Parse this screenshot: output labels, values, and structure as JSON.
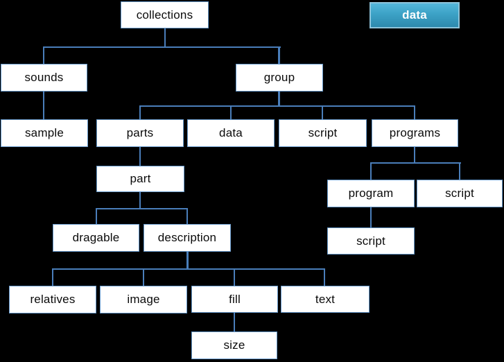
{
  "diagram": {
    "type": "tree",
    "background_color": "#000000",
    "connector_color": "#4a7eba",
    "node_style": {
      "fill": "#ffffff",
      "border": "#6699cc",
      "text_color": "#0a0a0a"
    },
    "highlight_node_style": {
      "fill_top": "#55b7da",
      "fill_bottom": "#2d89ad",
      "border": "#8ec4da",
      "text_color": "#ffffff"
    },
    "nodes": [
      {
        "id": "collections",
        "label": "collections",
        "variant": "default",
        "parent": null
      },
      {
        "id": "data-badge",
        "label": "data",
        "variant": "highlight",
        "parent": null
      },
      {
        "id": "sounds",
        "label": "sounds",
        "variant": "default",
        "parent": "collections"
      },
      {
        "id": "group",
        "label": "group",
        "variant": "default",
        "parent": "collections"
      },
      {
        "id": "sample",
        "label": "sample",
        "variant": "default",
        "parent": "sounds"
      },
      {
        "id": "parts",
        "label": "parts",
        "variant": "default",
        "parent": "group"
      },
      {
        "id": "data",
        "label": "data",
        "variant": "default",
        "parent": "group"
      },
      {
        "id": "script-group",
        "label": "script",
        "variant": "default",
        "parent": "group"
      },
      {
        "id": "programs",
        "label": "programs",
        "variant": "default",
        "parent": "group"
      },
      {
        "id": "part",
        "label": "part",
        "variant": "default",
        "parent": "parts"
      },
      {
        "id": "program",
        "label": "program",
        "variant": "default",
        "parent": "programs"
      },
      {
        "id": "script-programs",
        "label": "script",
        "variant": "default",
        "parent": "programs"
      },
      {
        "id": "dragable",
        "label": "dragable",
        "variant": "default",
        "parent": "part"
      },
      {
        "id": "description",
        "label": "description",
        "variant": "default",
        "parent": "part"
      },
      {
        "id": "script-program",
        "label": "script",
        "variant": "default",
        "parent": "program"
      },
      {
        "id": "relatives",
        "label": "relatives",
        "variant": "default",
        "parent": "description"
      },
      {
        "id": "image",
        "label": "image",
        "variant": "default",
        "parent": "description"
      },
      {
        "id": "fill",
        "label": "fill",
        "variant": "default",
        "parent": "description"
      },
      {
        "id": "text",
        "label": "text",
        "variant": "default",
        "parent": "description"
      },
      {
        "id": "size",
        "label": "size",
        "variant": "default",
        "parent": "fill"
      }
    ],
    "edges": [
      {
        "from": "collections",
        "to": "sounds"
      },
      {
        "from": "collections",
        "to": "group"
      },
      {
        "from": "sounds",
        "to": "sample"
      },
      {
        "from": "group",
        "to": "parts"
      },
      {
        "from": "group",
        "to": "data"
      },
      {
        "from": "group",
        "to": "script-group"
      },
      {
        "from": "group",
        "to": "programs"
      },
      {
        "from": "parts",
        "to": "part"
      },
      {
        "from": "part",
        "to": "dragable"
      },
      {
        "from": "part",
        "to": "description"
      },
      {
        "from": "description",
        "to": "relatives"
      },
      {
        "from": "description",
        "to": "image"
      },
      {
        "from": "description",
        "to": "fill"
      },
      {
        "from": "description",
        "to": "text"
      },
      {
        "from": "fill",
        "to": "size"
      },
      {
        "from": "programs",
        "to": "program"
      },
      {
        "from": "programs",
        "to": "script-programs"
      },
      {
        "from": "program",
        "to": "script-program"
      }
    ]
  }
}
